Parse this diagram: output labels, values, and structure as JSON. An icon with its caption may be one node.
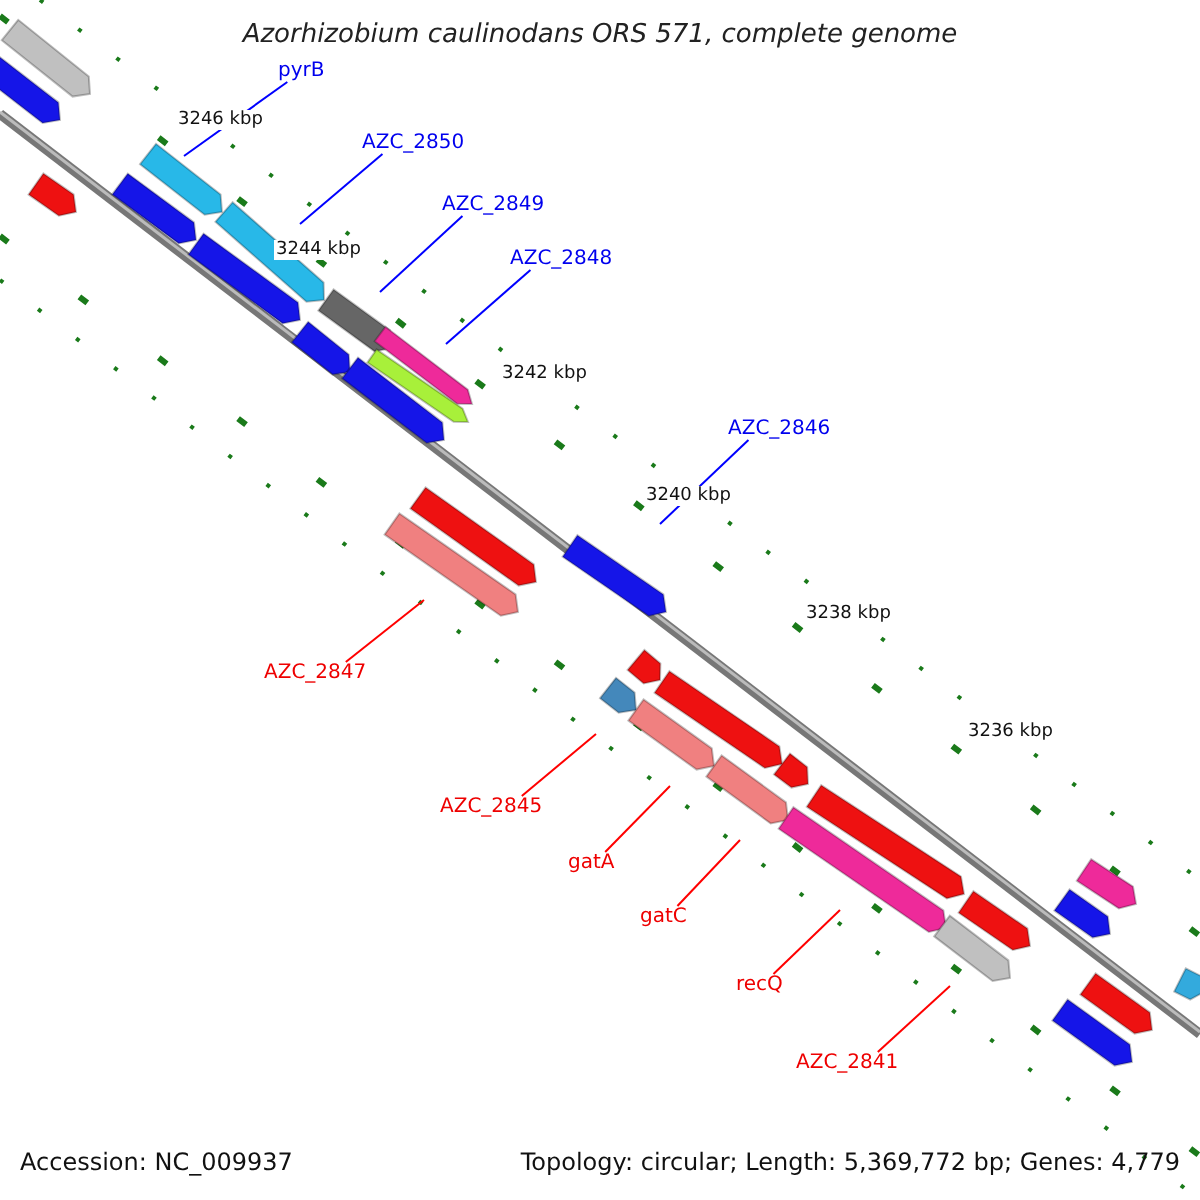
{
  "diagram": {
    "title": "Azorhizobium caulinodans ORS 571, complete genome",
    "nodes": [
      {
        "text": [
          "pyrB"
        ]
      },
      {
        "text": [],
        "shape": "bar"
      },
      {
        "text": [
          "AZC_2850"
        ]
      },
      {
        "text": [],
        "shape": "bar"
      },
      {
        "text": [
          "AZC_2849"
        ]
      },
      {
        "text": [],
        "shape": "bar"
      },
      {
        "text": [
          "AZC_2848"
        ]
      },
      {
        "text": [],
        "shape": "bar"
      },
      {
        "text": [
          "AZC_2846"
        ]
      },
      {
        "text": [],
        "shape": "bar"
      },
      {
        "text": [
          "AZC_2847"
        ]
      },
      {
        "text": [],
        "shape": "bar"
      },
      {
        "text": [
          "AZC_2845"
        ]
      },
      {
        "text": [],
        "shape": "bar"
      },
      {
        "text": [
          "gatA"
        ]
      },
      {
        "text": [],
        "shape": "bar"
      },
      {
        "text": [
          "gatC"
        ]
      },
      {
        "text": [],
        "shape": "bar"
      },
      {
        "text": [
          "recQ"
        ]
      },
      {
        "text": [],
        "shape": "bar"
      },
      {
        "text": [
          "AZC_2841"
        ]
      },
      {
        "text": [],
        "shape": "bar"
      },
      {
        "text": [],
        "shape": "bar"
      },
      {
        "text": [],
        "shape": "bar"
      },
      {
        "text": [],
        "shape": "bar"
      },
      {
        "text": [],
        "shape": "bar"
      },
      {
        "text": [],
        "shape": "bar"
      },
      {
        "text": [],
        "shape": "bar"
      },
      {
        "text": [],
        "shape": "bar"
      },
      {
        "text": [],
        "shape": "bar"
      },
      {
        "text": [],
        "shape": "bar"
      },
      {
        "text": [],
        "shape": "bar"
      },
      {
        "text": [],
        "shape": "bar"
      },
      {
        "text": [],
        "shape": "bar"
      },
      {
        "text": [],
        "shape": "bar"
      },
      {
        "text": [],
        "shape": "bar"
      },
      {
        "text": [],
        "shape": "bar"
      },
      {
        "text": [],
        "shape": "bar"
      },
      {
        "text": [],
        "shape": "bar"
      },
      {
        "text": [],
        "shape": "bar"
      },
      {
        "text": [],
        "shape": "bar"
      }
    ],
    "edges": [
      {
        "from": 0,
        "to": 1,
        "arrow": "none",
        "color": "#0000ff"
      },
      {
        "from": 2,
        "to": 3,
        "arrow": "none",
        "color": "#0000ff"
      },
      {
        "from": 4,
        "to": 5,
        "arrow": "none",
        "color": "#0000ff"
      },
      {
        "from": 6,
        "to": 7,
        "arrow": "none",
        "color": "#0000ff"
      },
      {
        "from": 8,
        "to": 9,
        "arrow": "none",
        "color": "#0000ff"
      },
      {
        "from": 10,
        "to": 11,
        "arrow": "none",
        "color": "#ff0000"
      },
      {
        "from": 12,
        "to": 13,
        "arrow": "none",
        "color": "#ff0000"
      },
      {
        "from": 14,
        "to": 15,
        "arrow": "none",
        "color": "#ff0000"
      },
      {
        "from": 16,
        "to": 17,
        "arrow": "none",
        "color": "#ff0000"
      },
      {
        "from": 18,
        "to": 19,
        "arrow": "none",
        "color": "#ff0000"
      },
      {
        "from": 20,
        "to": 21,
        "arrow": "none",
        "color": "#ff0000"
      }
    ],
    "labels": [
      "3246 kbp",
      "3244 kbp",
      "3242 kbp",
      "3240 kbp",
      "3238 kbp",
      "3236 kbp",
      "Accession: NC_009937",
      "Topology: circular; Length: 5,369,772 bp; Genes: 4,779"
    ]
  }
}
